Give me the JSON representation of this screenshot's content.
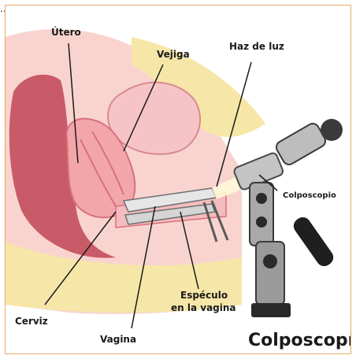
{
  "corner_mark": "..",
  "labels": {
    "utero": "Útero",
    "vejiga": "Vejiga",
    "haz_de_luz": "Haz de luz",
    "colposcopio": "Colposcopio",
    "cerviz": "Cerviz",
    "vagina": "Vagina",
    "especulo_line1": "Espéculo",
    "especulo_line2": "en la vagina"
  },
  "title": "Colposcopía",
  "colors": {
    "border": "#e8a86a",
    "tissue_pink": "#f2a6aa",
    "tissue_light": "#f9d4cf",
    "fat_yellow": "#f6e6a8",
    "uterus_red": "#e46a78",
    "instrument_gray": "#9a9a9a",
    "instrument_dark": "#2a2a2a"
  }
}
